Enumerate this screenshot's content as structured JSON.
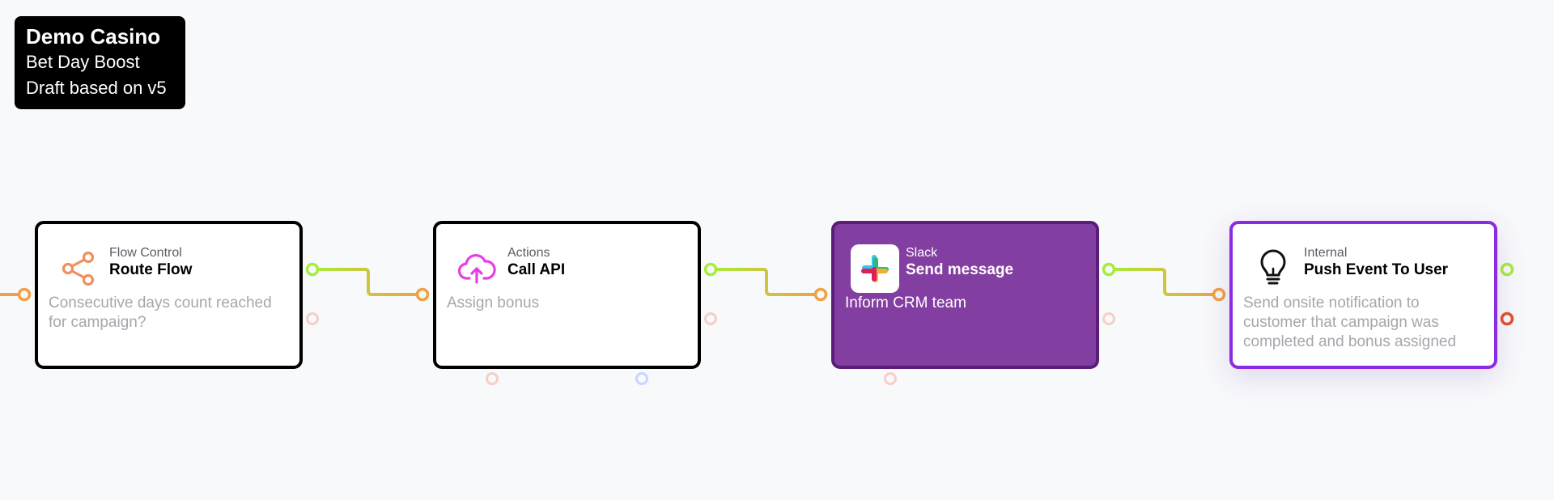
{
  "info": {
    "title": "Demo Casino",
    "campaign": "Bet Day Boost",
    "version": "Draft based on v5"
  },
  "nodes": [
    {
      "category": "Flow Control",
      "title": "Route Flow",
      "description": "Consecutive days count reached for campaign?",
      "icon": "share-icon"
    },
    {
      "category": "Actions",
      "title": "Call API",
      "description": "Assign bonus",
      "icon": "cloud-upload-icon"
    },
    {
      "category": "Slack",
      "title": "Send message",
      "description": "Inform CRM team",
      "icon": "slack-icon"
    },
    {
      "category": "Internal",
      "title": "Push Event To User",
      "description": "Send onsite notification to customer that campaign was completed and bonus assigned",
      "icon": "lightbulb-icon"
    }
  ],
  "colors": {
    "background": "#f8f9fb",
    "success_port": "#a6ee3a",
    "input_port": "#f0a046",
    "error_port": "#e84e2a",
    "slack_node": "#833ea1",
    "internal_border": "#8a2be2"
  }
}
